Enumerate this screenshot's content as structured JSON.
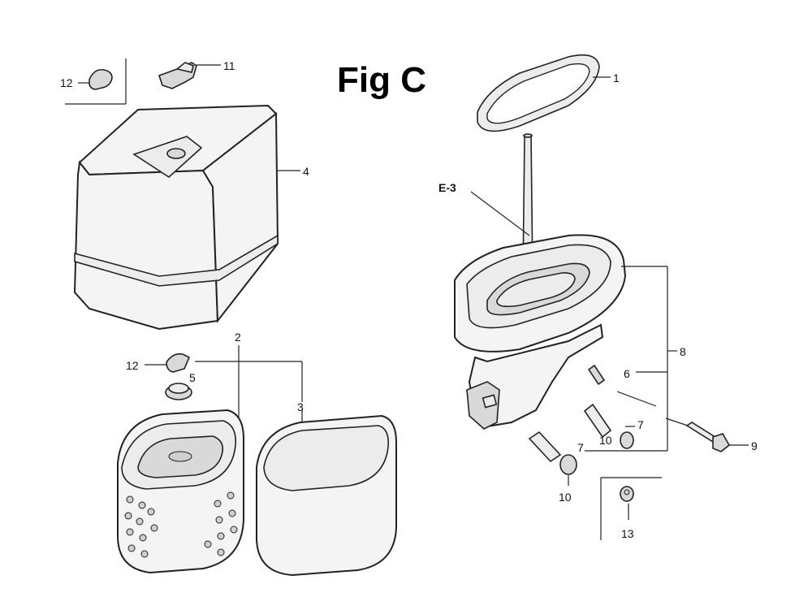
{
  "figure": {
    "title": "Fig C",
    "reference": "E-3"
  },
  "callouts": {
    "c1": "1",
    "c2": "2",
    "c3": "3",
    "c4": "4",
    "c5": "5",
    "c6": "6",
    "c7a": "7",
    "c7b": "7",
    "c8": "8",
    "c9": "9",
    "c10a": "10",
    "c10b": "10",
    "c11": "11",
    "c12a": "12",
    "c12b": "12",
    "c13": "13"
  }
}
